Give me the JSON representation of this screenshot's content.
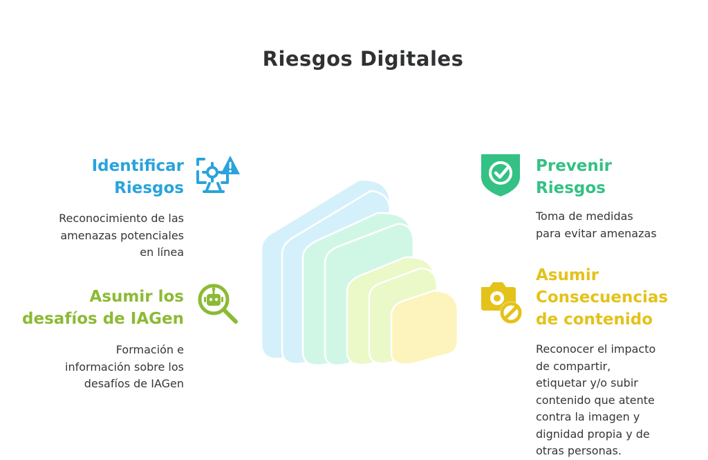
{
  "title": "Riesgos Digitales",
  "colors": {
    "identify": "#2aa3dc",
    "assume_challenges": "#8cba35",
    "prevent": "#33c184",
    "consequences": "#e4c21a"
  },
  "items": [
    {
      "key": "identify",
      "heading_lines": [
        "Identificar",
        "Riesgos"
      ],
      "description_lines": [
        "Reconocimiento de las",
        "amenazas potenciales",
        "en línea"
      ],
      "icon": "monitor-warning-icon"
    },
    {
      "key": "assume_challenges",
      "heading_lines": [
        "Asumir los",
        "desafíos de IAGen"
      ],
      "description_lines": [
        "Formación e",
        "información sobre los",
        "desafíos de IAGen"
      ],
      "icon": "robot-magnifier-icon"
    },
    {
      "key": "prevent",
      "heading_lines": [
        "Prevenir",
        "Riesgos"
      ],
      "description_lines": [
        "Toma de medidas",
        "para evitar amenazas"
      ],
      "icon": "shield-check-icon"
    },
    {
      "key": "consequences",
      "heading_lines": [
        "Asumir",
        "Consecuencias",
        "de contenido"
      ],
      "description_lines": [
        "Reconocer el impacto",
        "de compartir,",
        "etiquetar y/o subir",
        "contenido que atente",
        "contra la imagen y",
        "dignidad propia y de",
        "otras personas."
      ],
      "icon": "camera-prohibited-icon"
    }
  ]
}
